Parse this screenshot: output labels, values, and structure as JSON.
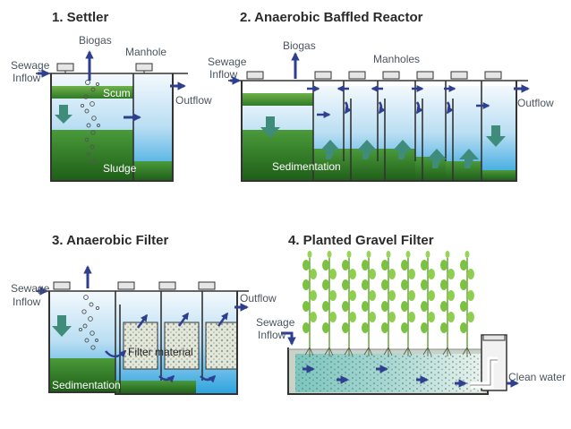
{
  "panels": {
    "settler": {
      "title": "1. Settler",
      "sewage": "Sewage",
      "inflow": "Inflow",
      "biogas": "Biogas",
      "manhole": "Manhole",
      "scum": "Scum",
      "outflow": "Outflow",
      "sludge": "Sludge"
    },
    "abr": {
      "title": "2. Anaerobic Baffled Reactor",
      "sewage": "Sewage",
      "inflow": "Inflow",
      "biogas": "Biogas",
      "manholes": "Manholes",
      "outflow": "Outflow",
      "sedimentation": "Sedimentation"
    },
    "af": {
      "title": "3. Anaerobic Filter",
      "sewage": "Sewage",
      "inflow": "Inflow",
      "outflow": "Outflow",
      "filter_material": "Filter material",
      "sedimentation": "Sedimentation"
    },
    "pgf": {
      "title": "4. Planted Gravel Filter",
      "sewage": "Sewage",
      "inflow": "Inflow",
      "clean_water": "Clean water"
    }
  },
  "colors": {
    "water_top": "#eaf4fb",
    "water_bottom": "#29a3e0",
    "sludge": "#2f7a25",
    "sludge_dark": "#1d5a17",
    "arrow": "#2e3f8f",
    "wall": "#333333",
    "plant": "#7cc242"
  }
}
